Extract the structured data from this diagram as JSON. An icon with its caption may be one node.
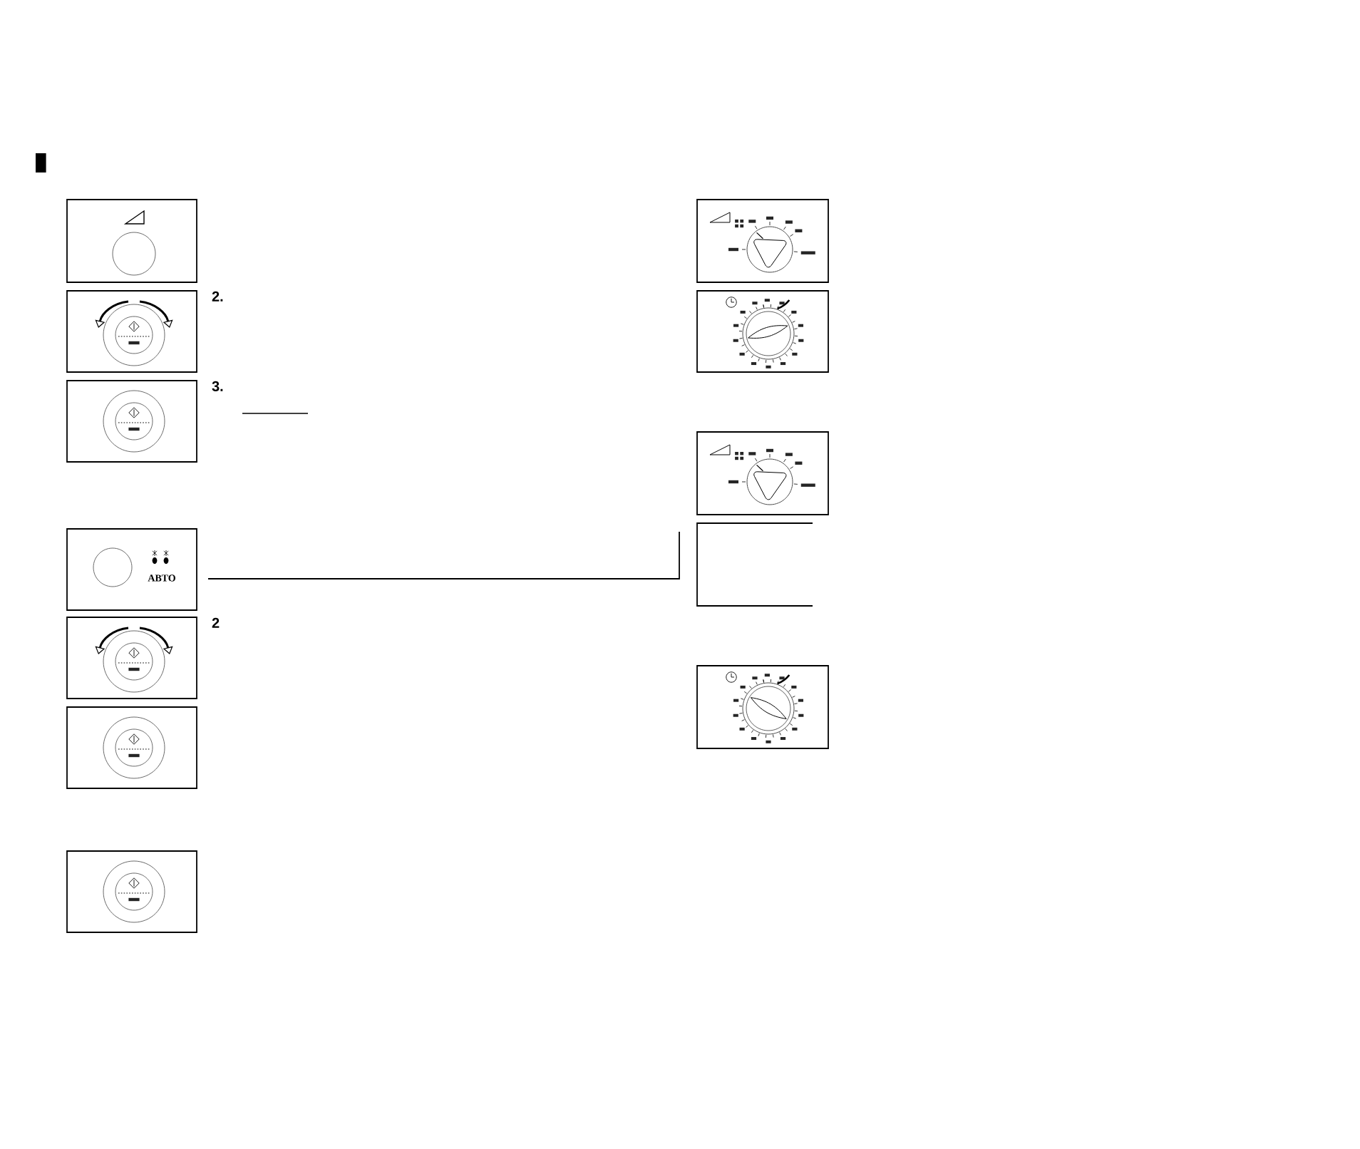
{
  "diagram": {
    "nodes": [
      {
        "text": [],
        "shape": "picture"
      },
      {
        "text": [],
        "shape": "picture",
        "beside": [
          "2."
        ]
      },
      {
        "text": [],
        "shape": "picture",
        "beside": [
          "3."
        ]
      },
      {
        "text": [
          "АВТО"
        ]
      },
      {
        "text": [],
        "shape": "picture",
        "beside": [
          "2"
        ]
      },
      {
        "text": [],
        "shape": "picture"
      },
      {
        "text": [],
        "shape": "picture"
      },
      {
        "text": [],
        "shape": "picture"
      },
      {
        "text": [],
        "shape": "picture"
      },
      {
        "text": [],
        "shape": "picture"
      },
      {
        "text": [],
        "shape": "box"
      },
      {
        "text": [],
        "shape": "picture"
      }
    ]
  }
}
